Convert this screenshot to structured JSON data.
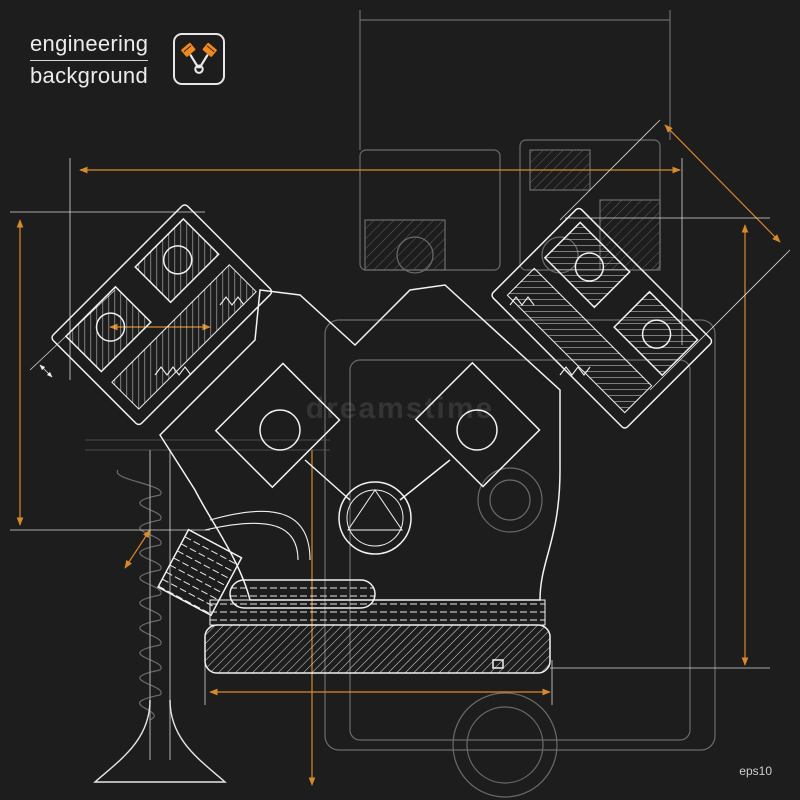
{
  "title": {
    "line1": "engineering",
    "line2": "background"
  },
  "logo": {
    "icon": "pistons-v-engine-icon",
    "accent": "#f08a1c"
  },
  "watermark": "dreamstime",
  "footer": {
    "version": "eps10"
  },
  "colors": {
    "background": "#1d1d1d",
    "line": "#f2f2f2",
    "dim": "#d88a2a",
    "ghost": "#6b6b6b"
  }
}
